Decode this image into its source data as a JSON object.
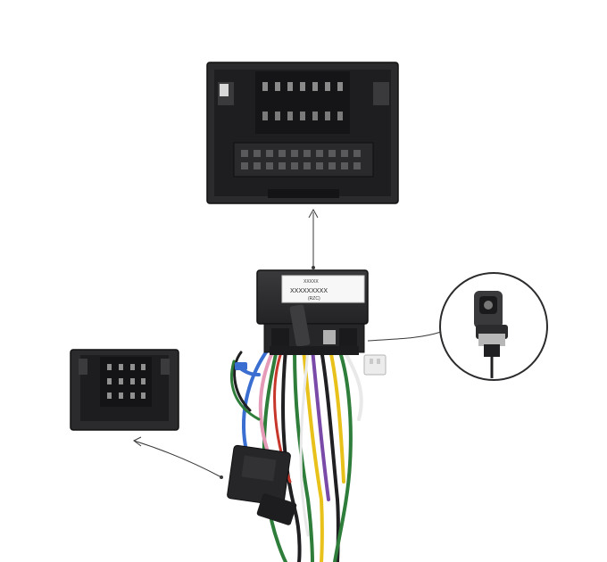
{
  "product_label": {
    "line1": "XXXXX",
    "line2": "XXXXXXXXX",
    "line3": "(RZC)"
  },
  "colors": {
    "connector_body": "#2b2b2d",
    "connector_dark": "#161618",
    "wire_green": "#2f7d3a",
    "wire_yellow": "#e8c21a",
    "wire_blue": "#3a6fd1",
    "wire_red": "#c7362b",
    "wire_pink": "#e59ab8",
    "wire_purple": "#7a4aa8",
    "wire_white": "#e9e9e9",
    "wire_black": "#202022",
    "pointer_line": "#3a3a3a"
  }
}
